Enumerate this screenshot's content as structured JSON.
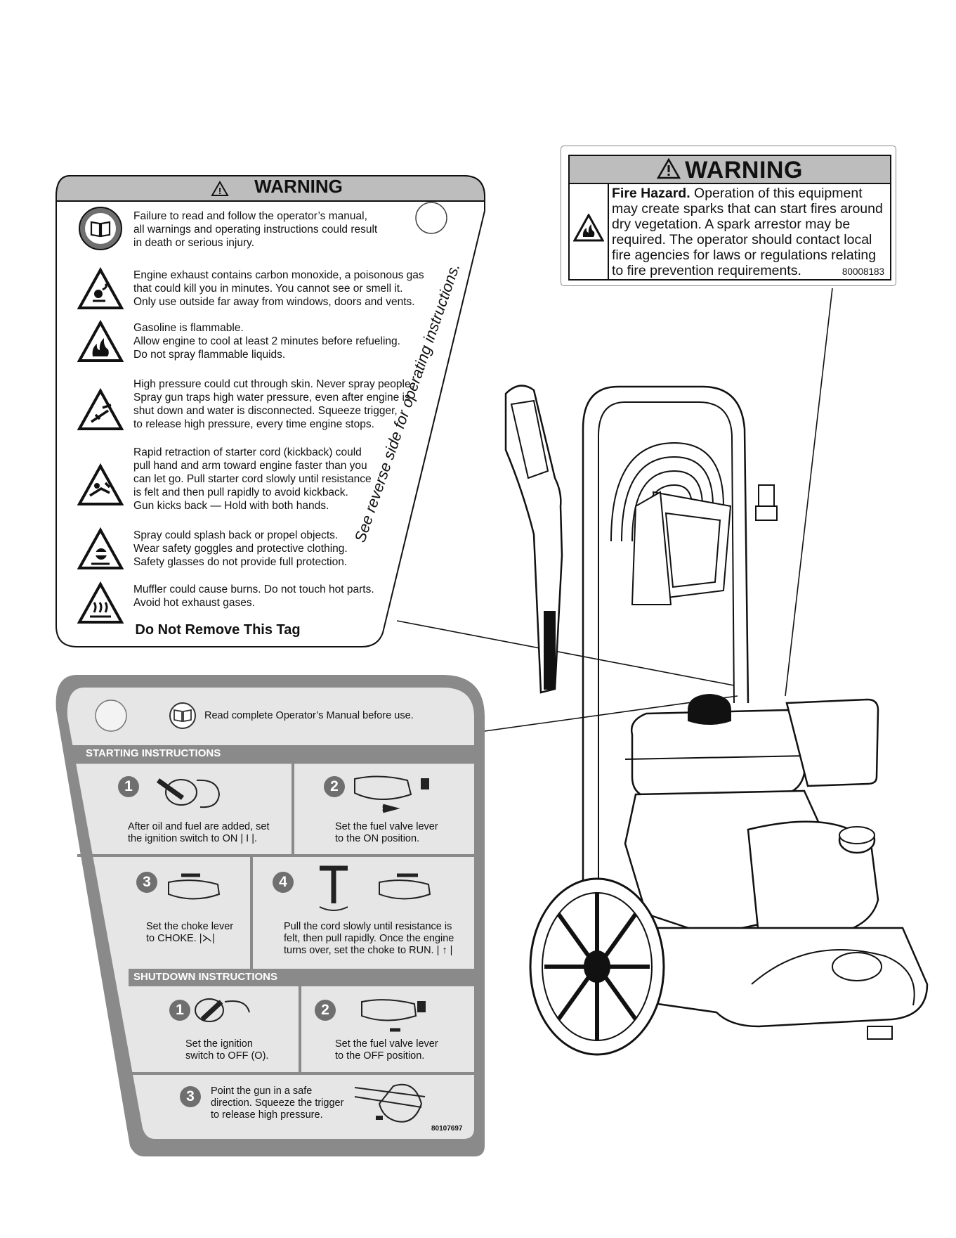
{
  "warning_tag": {
    "title": "WARNING",
    "hazards": [
      {
        "icon": "manual-book-icon",
        "lines": [
          "Failure to read and follow the operator’s manual,",
          "all warnings and operating instructions could result",
          "in death or serious injury."
        ]
      },
      {
        "icon": "exhaust-hazard-icon",
        "lines": [
          "Engine exhaust contains carbon monoxide, a poisonous gas",
          "that could kill you in minutes. You cannot see or smell it.",
          "Only use outside far away from windows, doors and vents."
        ]
      },
      {
        "icon": "flame-hazard-icon",
        "lines": [
          "Gasoline is flammable.",
          "Allow engine to cool at least 2 minutes before refueling.",
          "Do not spray flammable liquids."
        ]
      },
      {
        "icon": "high-pressure-hazard-icon",
        "lines": [
          "High pressure could cut through skin. Never spray people.",
          "Spray gun traps high water pressure, even after engine is",
          "shut down and water is disconnected. Squeeze trigger,",
          "to release high pressure, every time engine stops."
        ]
      },
      {
        "icon": "kickback-hazard-icon",
        "lines": [
          "Rapid retraction of starter cord (kickback) could",
          "pull hand and arm toward engine faster than you",
          "can let go. Pull starter cord slowly until resistance",
          "is felt and then pull rapidly to avoid kickback.",
          "Gun kicks back — Hold with both hands."
        ]
      },
      {
        "icon": "goggles-hazard-icon",
        "lines": [
          "Spray could splash back or propel objects.",
          "Wear safety goggles and protective clothing.",
          "Safety glasses do not provide full protection."
        ]
      },
      {
        "icon": "hot-surface-hazard-icon",
        "lines": [
          "Muffler could cause burns. Do not touch hot parts.",
          "Avoid hot exhaust gases."
        ]
      }
    ],
    "side_note": "See reverse side for operating instructions.",
    "footer": "Do Not Remove This Tag"
  },
  "fire_label": {
    "title": "WARNING",
    "heading": "Fire Hazard",
    "lines": [
      "Operation of this equipment",
      "may create sparks that can start fires around",
      "dry vegetation. A spark arrestor may be",
      "required. The operator should contact local",
      "fire agencies for laws or regulations relating",
      "to fire prevention requirements."
    ],
    "code": "80008183"
  },
  "instructions": {
    "read_manual": "Read complete Operator’s Manual before use.",
    "starting_header": "STARTING INSTRUCTIONS",
    "starting_steps": [
      {
        "num": "1",
        "lines": [
          "After oil and fuel are added, set",
          "the ignition switch to ON | I |."
        ]
      },
      {
        "num": "2",
        "lines": [
          "Set the fuel valve lever",
          "to the ON position."
        ]
      },
      {
        "num": "3",
        "lines": [
          "Set the choke lever",
          "to CHOKE. |⋋|"
        ]
      },
      {
        "num": "4",
        "lines": [
          "Pull the cord slowly until resistance is",
          "felt, then pull rapidly. Once the engine",
          "turns over, set the choke to RUN. | ↑ |"
        ]
      }
    ],
    "shutdown_header": "SHUTDOWN INSTRUCTIONS",
    "shutdown_steps": [
      {
        "num": "1",
        "lines": [
          "Set the ignition",
          "switch to OFF (O)."
        ]
      },
      {
        "num": "2",
        "lines": [
          "Set the fuel valve lever",
          "to the OFF position."
        ]
      },
      {
        "num": "3",
        "lines": [
          "Point the gun in a safe",
          "direction. Squeeze the trigger",
          "to release high pressure."
        ]
      }
    ],
    "code": "80107697"
  },
  "colors": {
    "panel_gray": "#8a8a8a",
    "panel_light": "#e6e6e6",
    "header_gray": "#bdbdbd"
  }
}
